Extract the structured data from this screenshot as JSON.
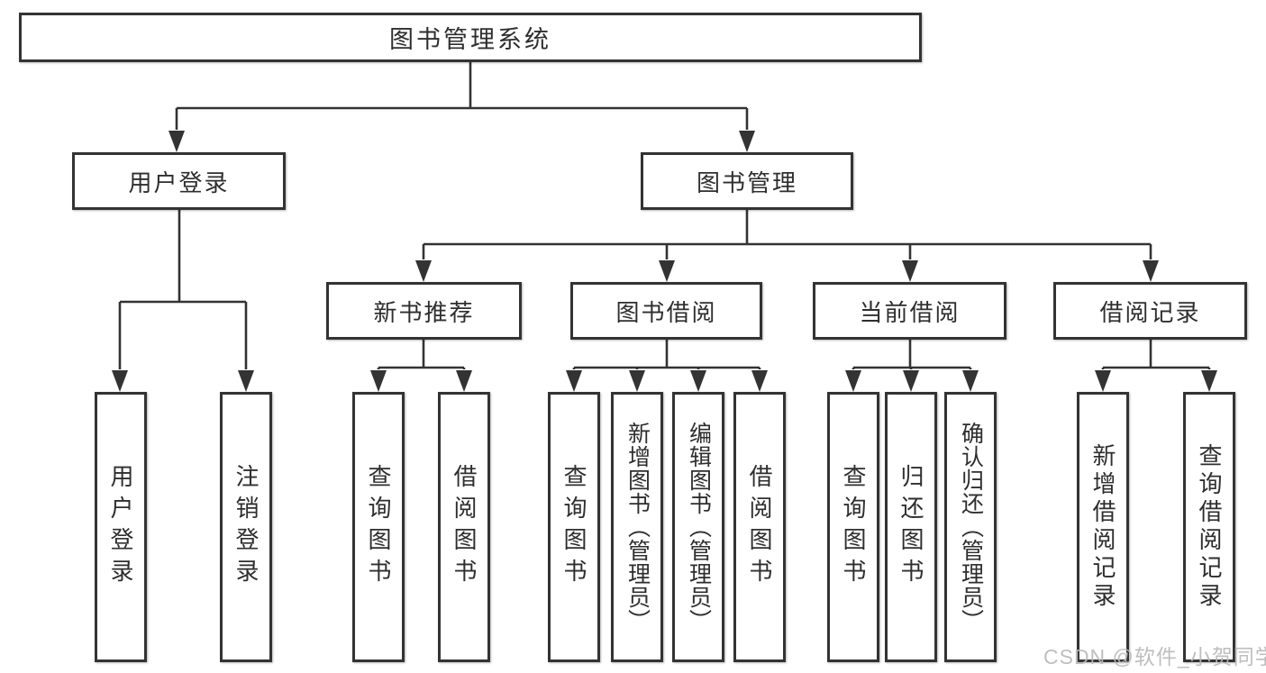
{
  "diagram": {
    "root": {
      "label": "图书管理系统"
    },
    "branches": [
      {
        "label": "用户登录",
        "children": [
          {
            "label": "用户登录"
          },
          {
            "label": "注销登录"
          }
        ]
      },
      {
        "label": "图书管理",
        "sections": [
          {
            "label": "新书推荐",
            "children": [
              {
                "label": "查询图书"
              },
              {
                "label": "借阅图书"
              }
            ]
          },
          {
            "label": "图书借阅",
            "children": [
              {
                "label": "查询图书"
              },
              {
                "label": "新增图书（管理员）"
              },
              {
                "label": "编辑图书（管理员）"
              },
              {
                "label": "借阅图书"
              }
            ]
          },
          {
            "label": "当前借阅",
            "children": [
              {
                "label": "查询图书"
              },
              {
                "label": "归还图书"
              },
              {
                "label": "确认归还（管理员）"
              }
            ]
          },
          {
            "label": "借阅记录",
            "children": [
              {
                "label": "新增借阅记录"
              },
              {
                "label": "查询借阅记录"
              }
            ]
          }
        ]
      }
    ]
  },
  "watermark": {
    "text": "CSDN @软件_小贺同学"
  },
  "colors": {
    "line": "#333333",
    "text": "#2e2e2e",
    "watermark": "#b8b8b8",
    "background": "#ffffff"
  }
}
